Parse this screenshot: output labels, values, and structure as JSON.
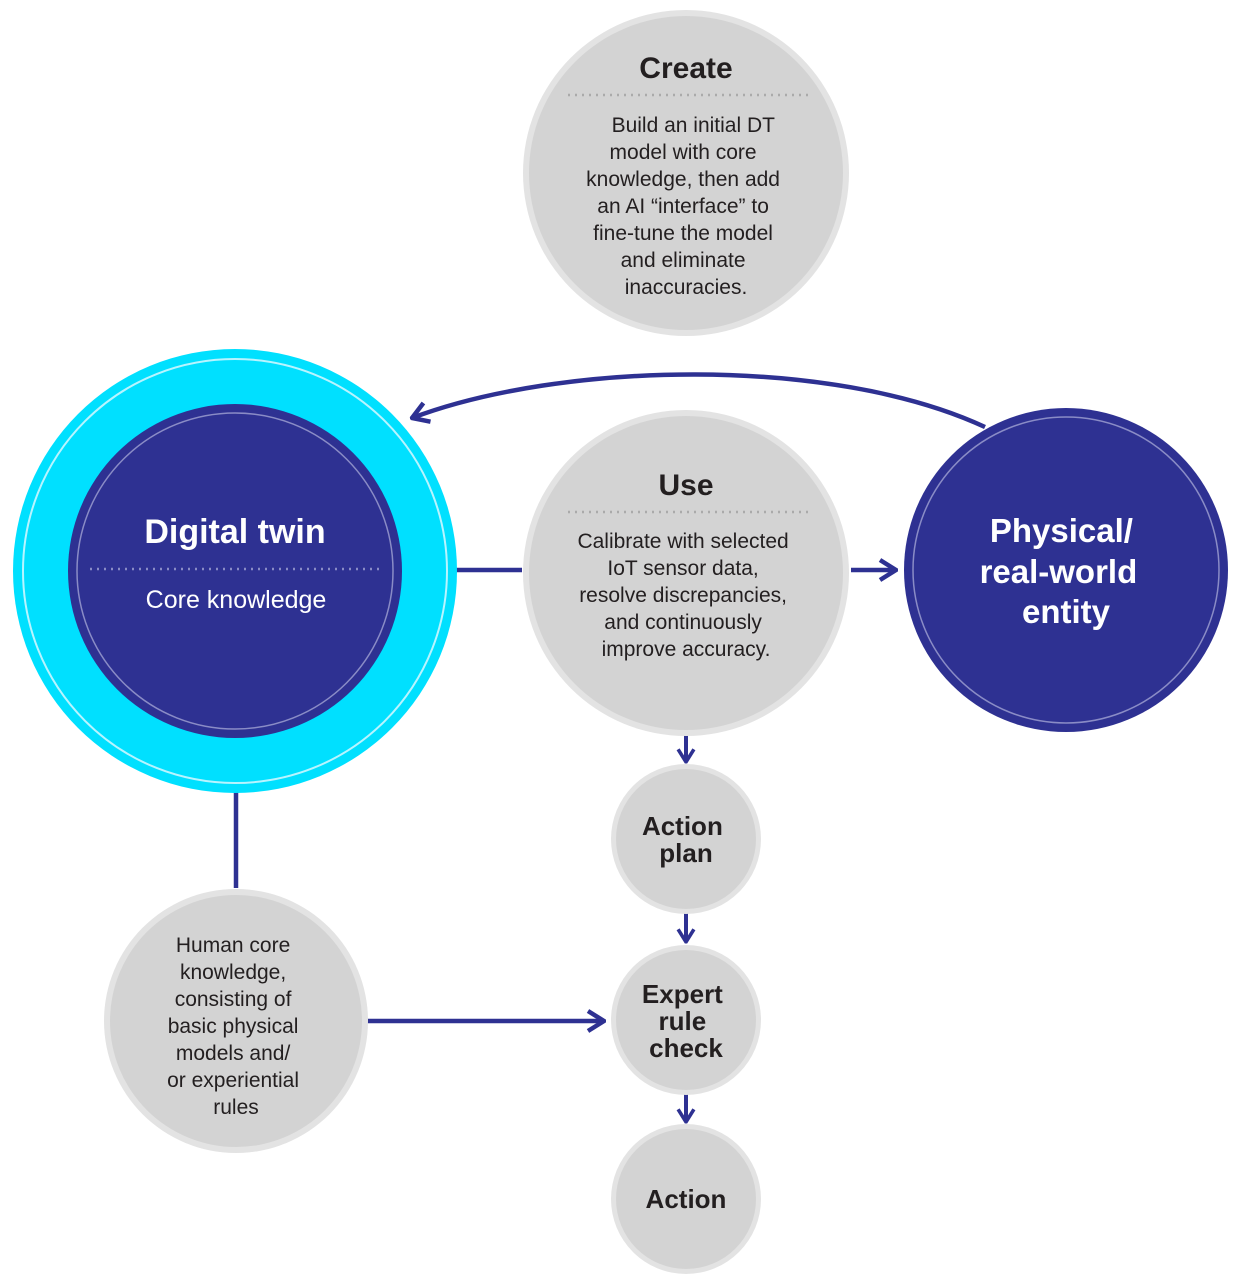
{
  "create": {
    "title": "Create",
    "body": [
      "Build an initial DT",
      "model with core",
      "knowledge, then add",
      "an AI “interface” to",
      "fine-tune the model",
      "and eliminate",
      "inaccuracies."
    ]
  },
  "use": {
    "title": "Use",
    "body": [
      "Calibrate with selected",
      "IoT sensor data,",
      "resolve discrepancies,",
      "and continuously",
      "improve accuracy."
    ]
  },
  "digital_twin": {
    "title": "Digital twin",
    "subtitle": "Core knowledge"
  },
  "physical_entity": {
    "lines": [
      "Physical/",
      "real-world",
      "entity"
    ]
  },
  "action_plan": {
    "lines": [
      "Action",
      "plan"
    ]
  },
  "expert_rule_check": {
    "lines": [
      "Expert",
      "rule",
      "check"
    ]
  },
  "action": {
    "lines": [
      "Action"
    ]
  },
  "human_knowledge": {
    "lines": [
      "Human core",
      "knowledge,",
      "consisting of",
      "basic physical",
      "models and/",
      "or experiential",
      "rules"
    ]
  },
  "colors": {
    "navy": "#2e3192",
    "cyan": "#00e0ff",
    "grey_fill": "#d3d3d3",
    "grey_ring": "#e3e3e3",
    "text_dark": "#231f20"
  }
}
